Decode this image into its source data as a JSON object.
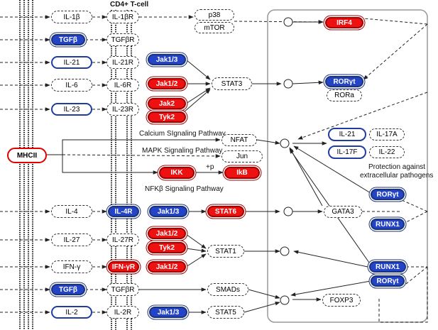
{
  "title": "CD4+ T-cell",
  "mhc": "MHCII",
  "nodes": {
    "il1b": "IL-1β",
    "il1br": "IL-1βR",
    "p38": "p38",
    "mtor": "mTOR",
    "irf4": "IRF4",
    "tgfb1": "TGFβ",
    "tgfbr1": "TGFβR",
    "il21": "IL-21",
    "il21r": "IL-21R",
    "jak13a": "Jak1/3",
    "il6": "IL-6",
    "il6r": "IL-6R",
    "jak12a": "Jak1/2",
    "stat3": "STAT3",
    "rorgt1": "RORγt",
    "rora": "RORa",
    "il23": "IL-23",
    "il23r": "IL-23R",
    "jak2": "Jak2",
    "tyk2a": "Tyk2",
    "nfat": "NFAT",
    "jun": "Jun",
    "ikk": "IKK",
    "ikb": "IkB",
    "il21b": "IL-21",
    "il17a": "IL-17A",
    "il17f": "IL-17F",
    "il22": "IL-22",
    "rorgt2": "RORγt",
    "gata3": "GATA3",
    "runx1a": "RUNX1",
    "il4": "IL-4",
    "il4r": "IL-4R",
    "jak13b": "Jak1/3",
    "stat6": "STAT6",
    "il27": "IL-27",
    "il27r": "IL-27R",
    "jak12b": "Jak1/2",
    "tyk2b": "Tyk2",
    "stat1": "STAT1",
    "ifng": "IFN-γ",
    "ifngr": "IFN-γR",
    "jak12c": "Jak1/2",
    "runx1b": "RUNX1",
    "rorgt3": "RORγt",
    "tgfb2": "TGFβ",
    "tgfbr2": "TGFβR",
    "smads": "SMADs",
    "foxp3": "FOXP3",
    "il2": "IL-2",
    "il2r": "IL-2R",
    "jak13c": "Jak1/3",
    "stat5": "STAT5"
  },
  "labels": {
    "calcium": "Calcium SIgnaling Pathway",
    "mapk": "MAPK Signaling Pathway",
    "nfkb": "NFKβ Signaling Pathway",
    "plusp": "+p",
    "protection1": "Protection against",
    "protection2": "extracellular pathogens"
  },
  "colors": {
    "blue": "#2444c8",
    "red": "#ee1111",
    "line": "#222222",
    "box": "#999999"
  }
}
